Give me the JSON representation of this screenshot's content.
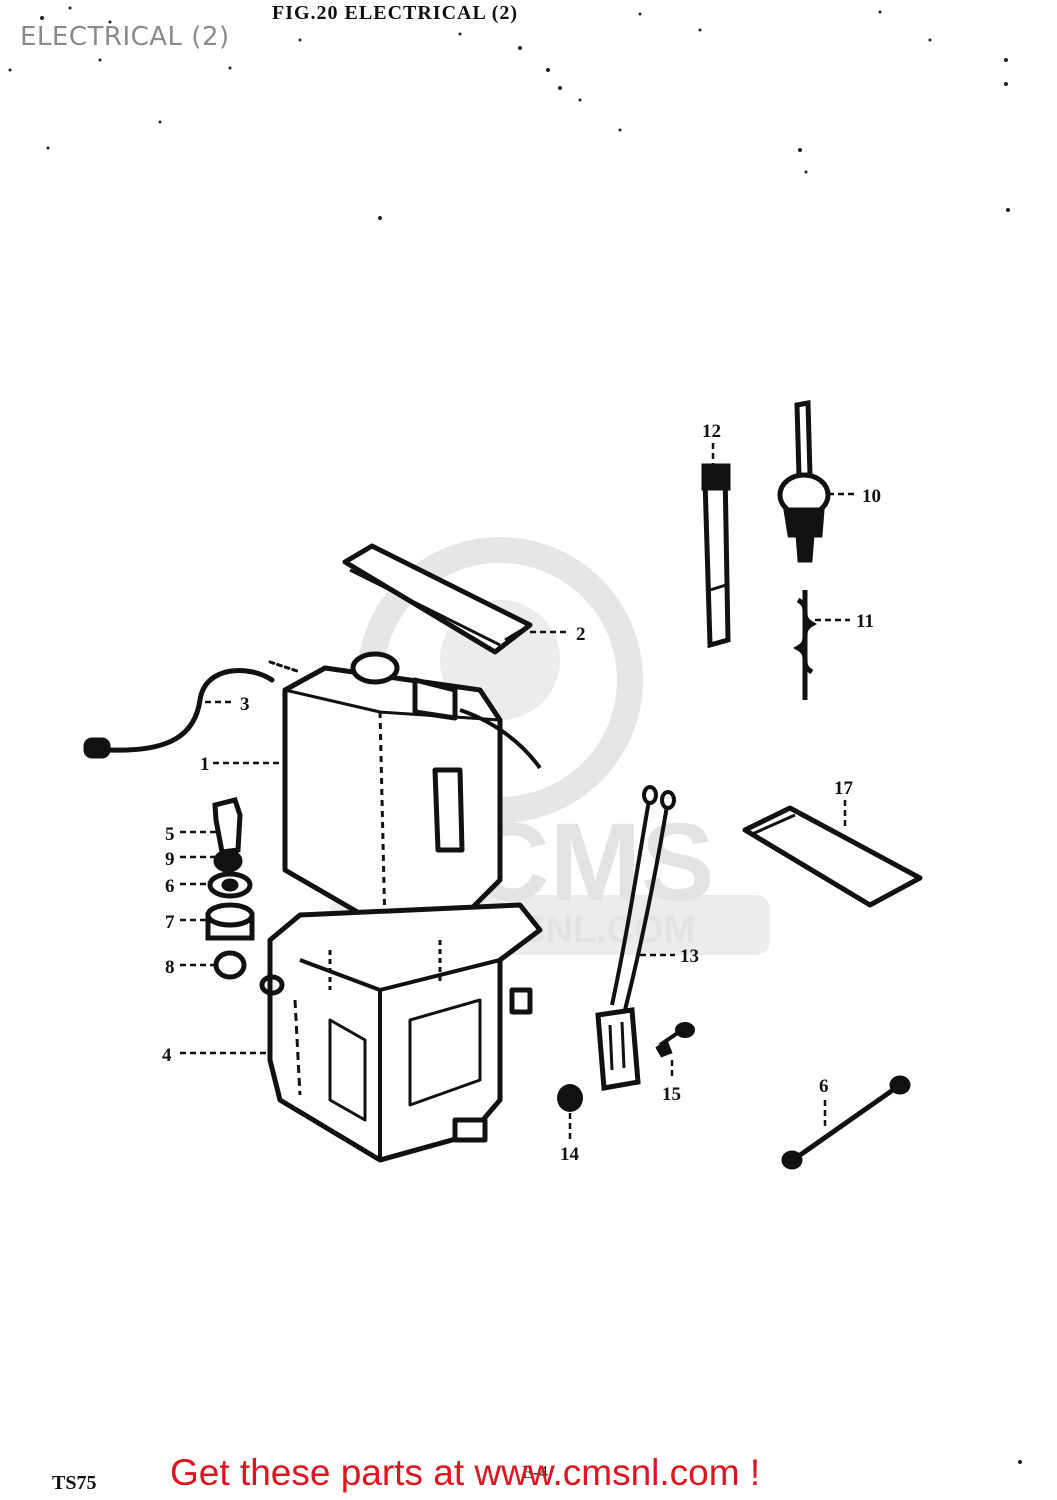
{
  "page_title": "ELECTRICAL (2)",
  "figure_heading": "FIG.20  ELECTRICAL (2)",
  "model_code": "TS75",
  "page_number": "E-4",
  "cta_text": "Get these parts at www.cmsnl.com !",
  "watermark": {
    "brand": "CMS",
    "site": "WWW.CMSNL.COM"
  },
  "part_labels": {
    "p1": "1",
    "p2": "2",
    "p3": "3",
    "p4": "4",
    "p5": "5",
    "p6a": "6",
    "p6b": "6",
    "p7": "7",
    "p8": "8",
    "p9": "9",
    "p10": "10",
    "p11": "11",
    "p12": "12",
    "p13": "13",
    "p14": "14",
    "p15": "15",
    "p17": "17"
  },
  "colors": {
    "ink": "#111111",
    "title_gray": "#8a8a8a",
    "cta_red": "#e0141e",
    "watermark_gray": "#e3e3e3"
  }
}
